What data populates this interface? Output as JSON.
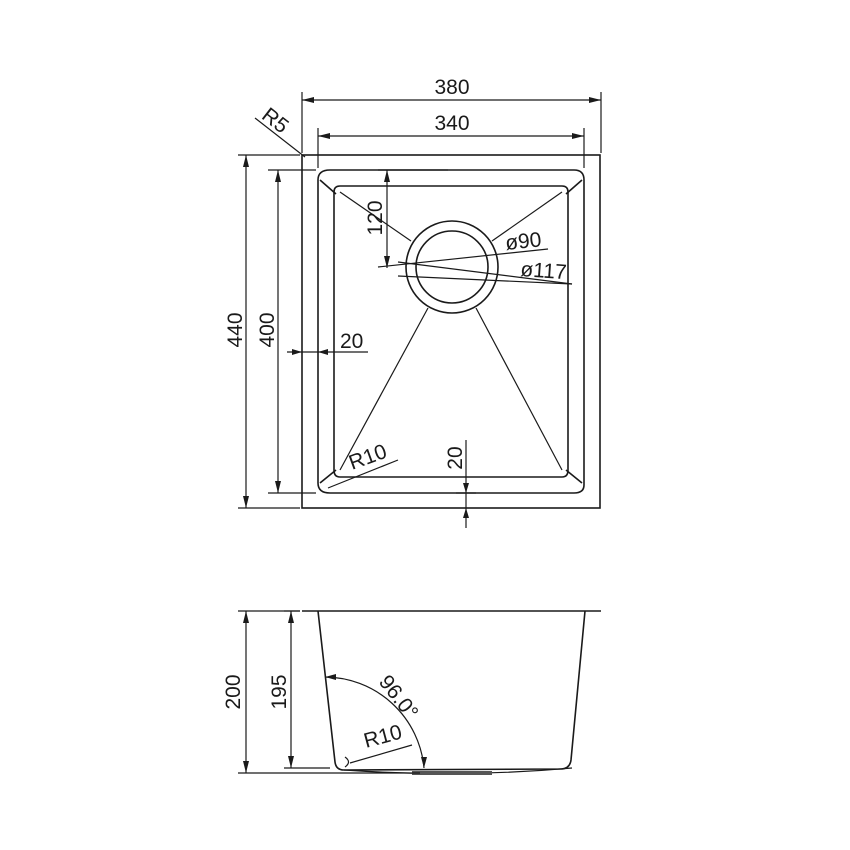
{
  "drawing": {
    "type": "sink-technical-drawing",
    "top_view": {
      "overall_width": "380",
      "bowl_width": "340",
      "overall_length": "440",
      "bowl_length": "400",
      "corner_radius_outer": "R5",
      "drain_offset": "120",
      "drain_inner_dia": "ø90",
      "drain_outer_dia": "ø117",
      "side_margin": "20",
      "bottom_margin": "20",
      "inner_corner_radius": "R10"
    },
    "side_view": {
      "overall_depth": "200",
      "bowl_depth": "195",
      "wall_angle": "96.0°",
      "bottom_radius": "R10"
    }
  }
}
